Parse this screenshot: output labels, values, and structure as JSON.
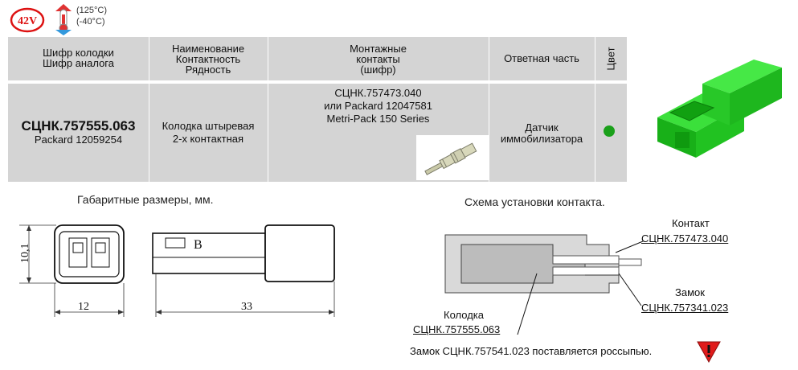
{
  "badge": {
    "voltage": "42V"
  },
  "temperature": {
    "max": "(125°C)",
    "min": "(-40°C)"
  },
  "table": {
    "headers": {
      "col1_line1": "Шифр колодки",
      "col1_line2": "Шифр аналога",
      "col2_line1": "Наименование",
      "col2_line2": "Контактность",
      "col2_line3": "Рядность",
      "col3_line1": "Монтажные",
      "col3_line2": "контакты",
      "col3_line3": "(шифр)",
      "col4": "Ответная часть",
      "col5": "Цвет"
    },
    "row": {
      "code": "СЦНК.757555.063",
      "analog": "Packard 12059254",
      "name_line1": "Колодка штыревая",
      "name_line2": "2-х контактная",
      "contacts_line1": "СЦНК.757473.040",
      "contacts_line2": "или Packard 12047581",
      "contacts_line3": "Metri-Pack 150 Series",
      "mate_line1": "Датчик",
      "mate_line2": "иммобилизатора",
      "color": "#1aa01a"
    }
  },
  "dimensions": {
    "title": "Габаритные размеры, мм.",
    "height": "10,1",
    "width": "12",
    "length": "33",
    "mark": "B"
  },
  "scheme": {
    "title": "Схема установки контакта.",
    "contact_label": "Контакт",
    "contact_code": "СЦНК.757473.040",
    "lock_label": "Замок",
    "lock_code": "СЦНК.757341.023",
    "housing_label": "Колодка",
    "housing_code": "СЦНК.757555.063",
    "note": "Замок СЦНК.757541.023 поставляется россыпью."
  },
  "colors": {
    "accent": "#e01b1b",
    "table_bg": "#d4d4d4",
    "connector": "#22c622"
  },
  "icons": [
    "voltage-badge-icon",
    "thermometer-icon",
    "warning-icon"
  ]
}
